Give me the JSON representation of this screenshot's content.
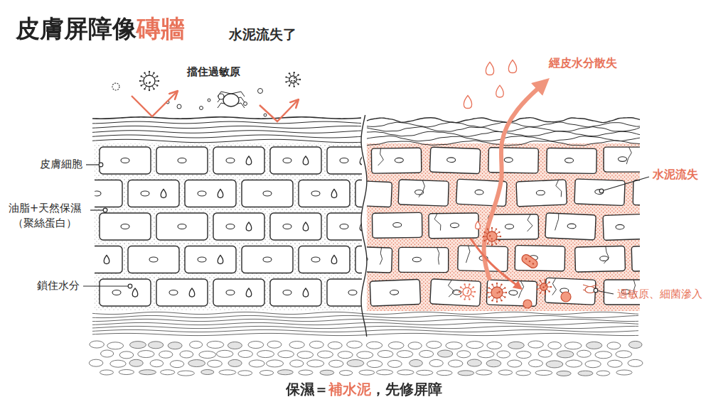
{
  "diagram": {
    "title": "皮膚屏障像磚牆",
    "caption": "保濕＝補水泥，先修屏障",
    "labels": [
      "水泥流失了",
      "擋住過敏原",
      "經皮水分散失",
      "皮膚細胞",
      "水泥流失",
      "油脂+天然保濕 （聚絲蛋白）",
      "鎖住水分",
      "過敏原、細菌滲入"
    ]
  }
}
